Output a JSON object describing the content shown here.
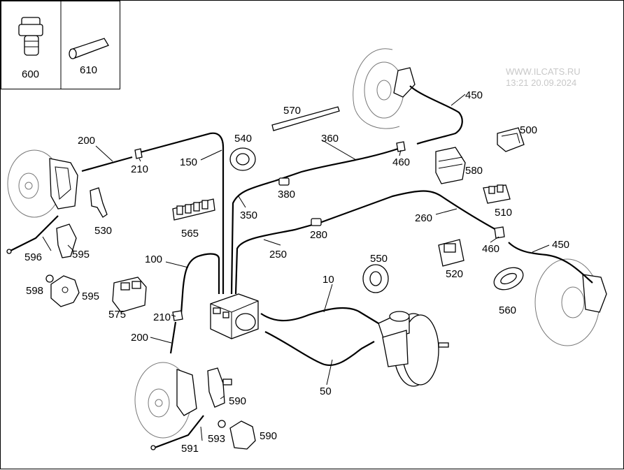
{
  "watermark": {
    "site": "WWW.ILCATS.RU",
    "timestamp": "13:21 20.09.2024"
  },
  "inset_labels": [
    "600",
    "610"
  ],
  "labels": {
    "l10": "10",
    "l50": "50",
    "l100": "100",
    "l150": "150",
    "l200a": "200",
    "l200b": "200",
    "l210a": "210",
    "l210b": "210",
    "l250": "250",
    "l260": "260",
    "l280": "280",
    "l350": "350",
    "l360": "360",
    "l380": "380",
    "l450a": "450",
    "l450b": "450",
    "l460a": "460",
    "l460b": "460",
    "l500": "500",
    "l510": "510",
    "l520": "520",
    "l530": "530",
    "l540": "540",
    "l550": "550",
    "l560": "560",
    "l565": "565",
    "l570": "570",
    "l575": "575",
    "l580": "580",
    "l590a": "590",
    "l590b": "590",
    "l591": "591",
    "l593": "593",
    "l595a": "595",
    "l595b": "595",
    "l596": "596",
    "l598": "598"
  }
}
